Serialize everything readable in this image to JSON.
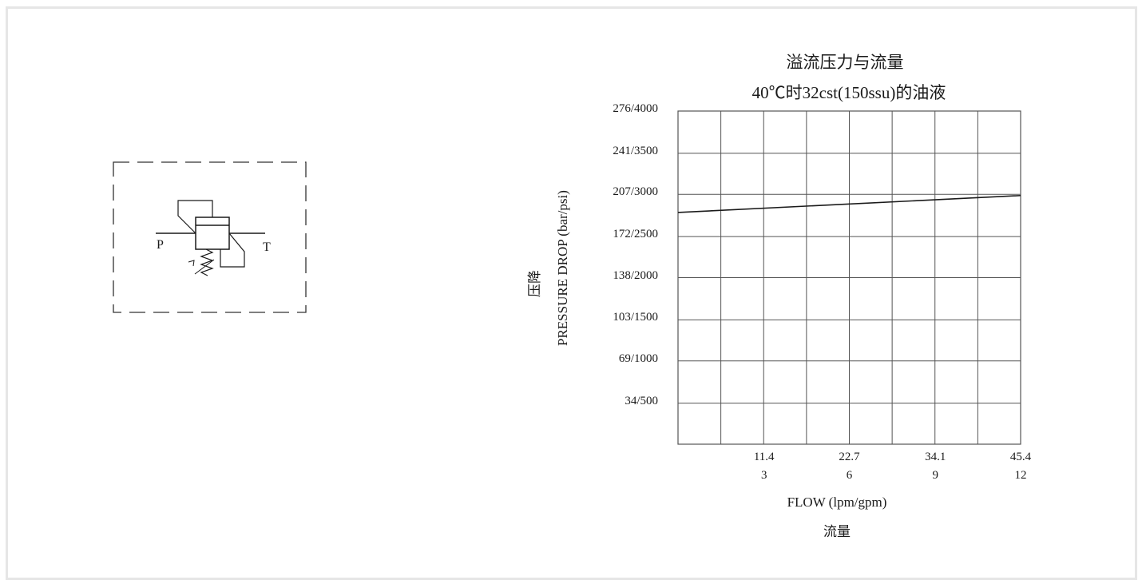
{
  "schematic": {
    "port_p": "P",
    "port_t": "T"
  },
  "chart_data": {
    "type": "line",
    "title": "溢流压力与流量",
    "subtitle": "40℃时32cst(150ssu)的油液",
    "xlabel_en": "FLOW (lpm/gpm)",
    "xlabel_cn": "流量",
    "ylabel_cn": "压降",
    "ylabel_en": "PRESSURE DROP (bar/psi)",
    "xlim": [
      0,
      45.4
    ],
    "ylim": [
      0,
      276
    ],
    "x_ticks": [
      {
        "value": 11.4,
        "lpm": "11.4",
        "gpm": "3"
      },
      {
        "value": 22.7,
        "lpm": "22.7",
        "gpm": "6"
      },
      {
        "value": 34.1,
        "lpm": "34.1",
        "gpm": "9"
      },
      {
        "value": 45.4,
        "lpm": "45.4",
        "gpm": "12"
      }
    ],
    "y_ticks": [
      {
        "value": 34,
        "label": "34/500"
      },
      {
        "value": 69,
        "label": "69/1000"
      },
      {
        "value": 103,
        "label": "103/1500"
      },
      {
        "value": 138,
        "label": "138/2000"
      },
      {
        "value": 172,
        "label": "172/2500"
      },
      {
        "value": 207,
        "label": "207/3000"
      },
      {
        "value": 241,
        "label": "241/3500"
      },
      {
        "value": 276,
        "label": "276/4000"
      }
    ],
    "grid": true,
    "series": [
      {
        "x": [
          0,
          45.4
        ],
        "y": [
          192,
          206
        ]
      }
    ]
  },
  "colors": {
    "line": "#1a1a1a",
    "grid": "#555555",
    "frame_border": "#e6e6e6"
  }
}
